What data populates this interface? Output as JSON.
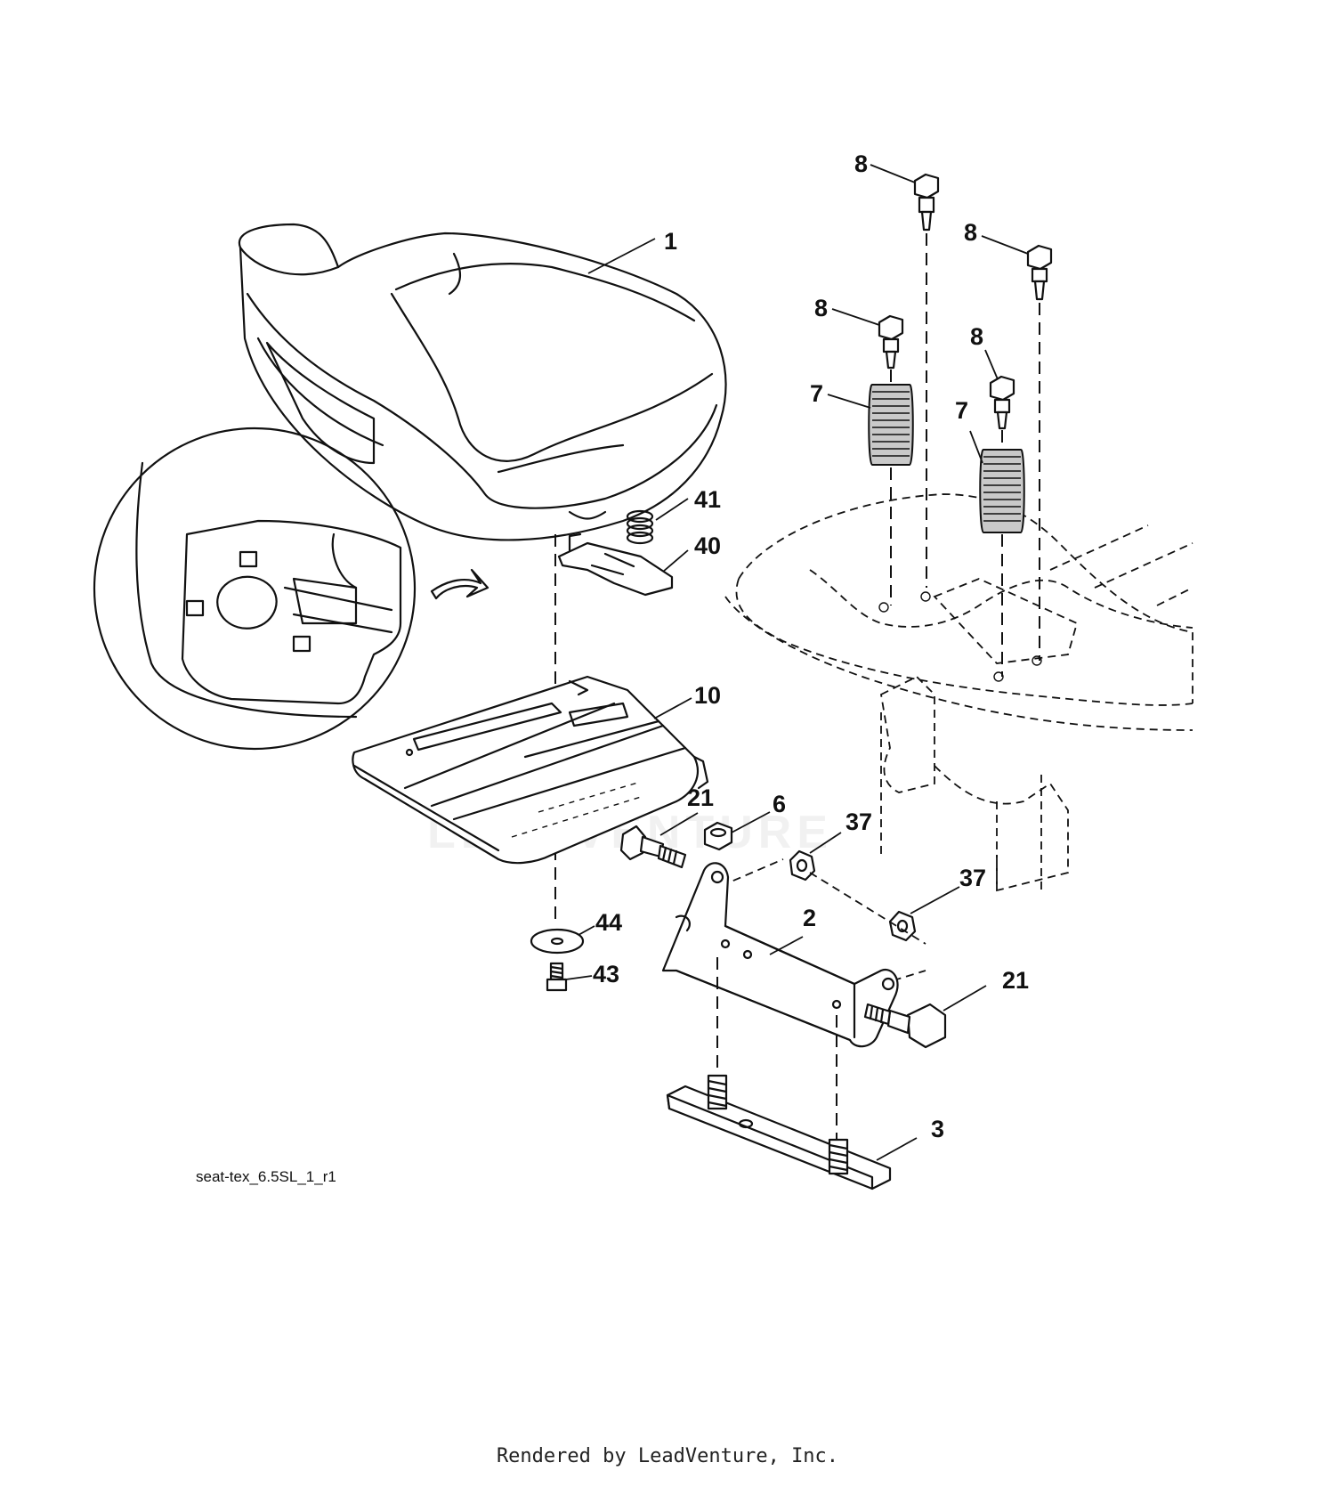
{
  "diagram": {
    "reference_code": "seat-tex_6.5SL_1_r1",
    "watermark": "LEADVENTURE",
    "footer": "Rendered by LeadVenture, Inc.",
    "callouts": {
      "seat": "1",
      "seat_pan": "10",
      "spring_41": "41",
      "clip_40": "40",
      "bolt_8a": "8",
      "bolt_8b": "8",
      "bolt_8c": "8",
      "bolt_8d": "8",
      "spring_7a": "7",
      "spring_7b": "7",
      "bolt_21a": "21",
      "bolt_21b": "21",
      "nut_6": "6",
      "nut_37a": "37",
      "nut_37b": "37",
      "bracket_2": "2",
      "plate_3": "3",
      "washer_44": "44",
      "screw_43": "43"
    }
  }
}
